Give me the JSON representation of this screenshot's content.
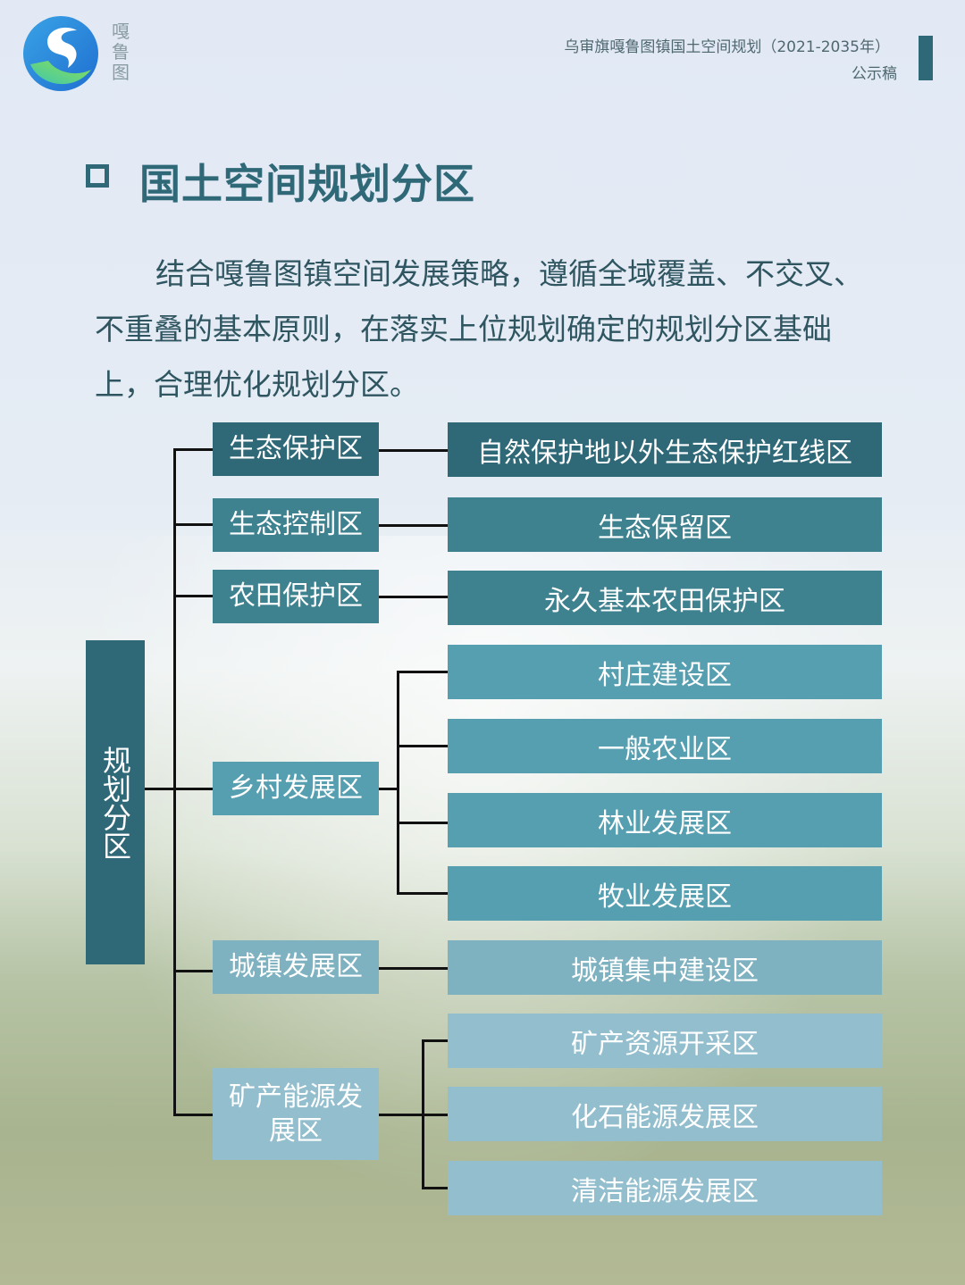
{
  "header": {
    "logo_text": "嘎鲁图",
    "doc_title": "乌审旗嘎鲁图镇国土空间规划（2021-2035年）",
    "doc_status": "公示稿"
  },
  "section": {
    "title": "国土空间规划分区",
    "intro": "结合嘎鲁图镇空间发展策略，遵循全域覆盖、不交叉、不重叠的基本原则，在落实上位规划确定的规划分区基础上，合理优化规划分区。"
  },
  "diagram": {
    "root": "规划分区",
    "level1": [
      "生态保护区",
      "生态控制区",
      "农田保护区",
      "乡村发展区",
      "城镇发展区",
      "矿产能源发展区"
    ],
    "level2": [
      "自然保护地以外生态保护红线区",
      "生态保留区",
      "永久基本农田保护区",
      "村庄建设区",
      "一般农业区",
      "林业发展区",
      "牧业发展区",
      "城镇集中建设区",
      "矿产资源开采区",
      "化石能源发展区",
      "清洁能源发展区"
    ]
  }
}
